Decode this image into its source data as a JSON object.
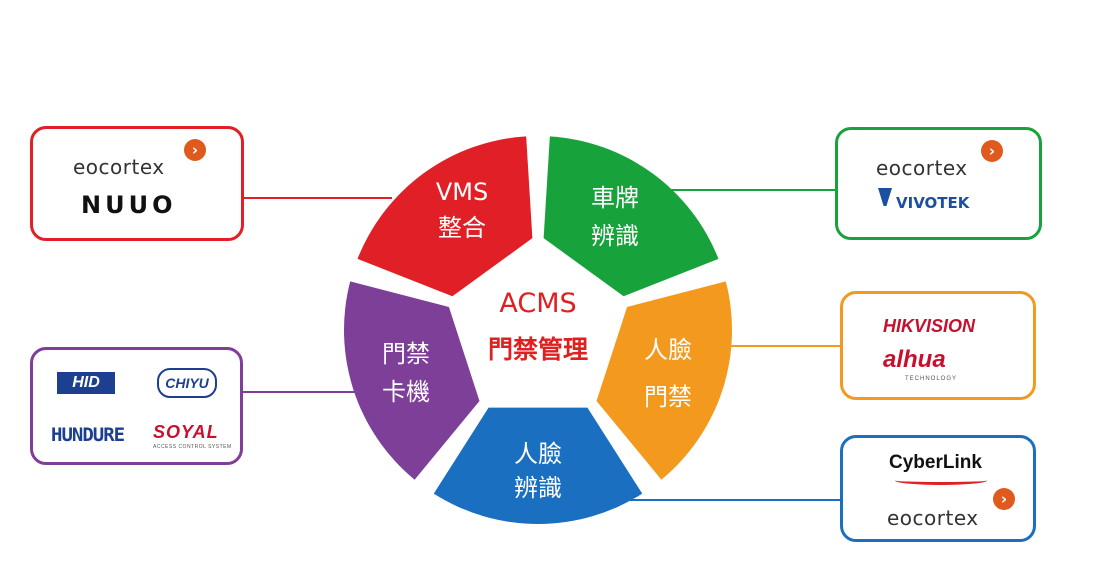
{
  "center": {
    "line1": "ACMS",
    "line2": "門禁管理",
    "color": "#e02020"
  },
  "segments": [
    {
      "id": "vms",
      "line1": "VMS",
      "line2": "整合",
      "color": "#e11f26"
    },
    {
      "id": "lpr",
      "line1": "車牌",
      "line2": "辨識",
      "color": "#18a23c"
    },
    {
      "id": "face-door",
      "line1": "人臉",
      "line2": "門禁",
      "color": "#f39a1e"
    },
    {
      "id": "face-recog",
      "line1": "人臉",
      "line2": "辨識",
      "color": "#1a6fc0"
    },
    {
      "id": "card",
      "line1": "門禁",
      "line2": "卡機",
      "color": "#7e3f98"
    }
  ],
  "boxes": {
    "vms": {
      "color": "#e11f26",
      "brands": [
        "eocortex",
        "NUUO"
      ]
    },
    "lpr": {
      "color": "#18a23c",
      "brands": [
        "eocortex",
        "VIVOTEK"
      ]
    },
    "face_door": {
      "color": "#f39a1e",
      "brands": [
        "HIKVISION",
        "alhua",
        "TECHNOLOGY"
      ]
    },
    "face_recog": {
      "color": "#1a6fc0",
      "brands": [
        "CyberLink",
        "eocortex"
      ]
    },
    "card": {
      "color": "#7e3f98",
      "brands": [
        "HID",
        "CHIYU",
        "HUNDURE",
        "SOYAL",
        "ACCESS CONTROL SYSTEM"
      ]
    }
  }
}
